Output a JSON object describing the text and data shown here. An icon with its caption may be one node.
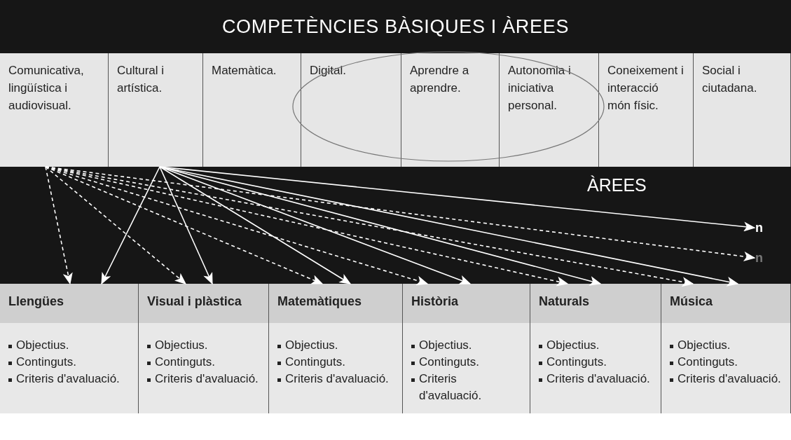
{
  "diagram": {
    "nodes": [
      {
        "text": [
          "COMPETÈNCIES BÀSIQUES I ÀREES"
        ]
      },
      {
        "text": [
          "Comunicativa, lingüística i audiovisual."
        ]
      },
      {
        "text": [
          "Cultural i artística."
        ]
      },
      {
        "text": [
          "Matemàtica."
        ]
      },
      {
        "text": [
          "Digital."
        ]
      },
      {
        "text": [
          "Aprendre a aprendre."
        ]
      },
      {
        "text": [
          "Autonomia i iniciativa personal."
        ]
      },
      {
        "text": [
          "Coneixement i interacció món físic."
        ]
      },
      {
        "text": [
          "Social i ciutadana."
        ]
      },
      {
        "text": [
          "ÀREES"
        ]
      },
      {
        "text": [
          "n"
        ],
        "in": 9
      },
      {
        "text": [
          "n"
        ],
        "in": 9
      },
      {
        "text": [
          "Llengües",
          "Objectius.",
          "Continguts.",
          "Criteris d'avaluació."
        ]
      },
      {
        "text": [
          "Visual i plàstica",
          "Objectius.",
          "Continguts.",
          "Criteris d'avaluació."
        ]
      },
      {
        "text": [
          "Matemàtiques",
          "Objectius.",
          "Continguts.",
          "Criteris d'avaluació."
        ]
      },
      {
        "text": [
          "Història",
          "Objectius.",
          "Continguts.",
          "Criteris d'avaluació."
        ]
      },
      {
        "text": [
          "Naturals",
          "Objectius.",
          "Continguts.",
          "Criteris d'avaluació."
        ]
      },
      {
        "text": [
          "Música",
          "Objectius.",
          "Continguts.",
          "Criteris d'avaluació."
        ]
      }
    ],
    "edges": [
      {
        "from": 1,
        "to": 12,
        "arrow": "to",
        "style": "dashed"
      },
      {
        "from": 1,
        "to": 13,
        "arrow": "to",
        "style": "dashed"
      },
      {
        "from": 1,
        "to": 14,
        "arrow": "to",
        "style": "dashed"
      },
      {
        "from": 1,
        "to": 15,
        "arrow": "to",
        "style": "dashed"
      },
      {
        "from": 1,
        "to": 16,
        "arrow": "to",
        "style": "dashed"
      },
      {
        "from": 1,
        "to": 17,
        "arrow": "to",
        "style": "dashed"
      },
      {
        "from": 1,
        "to": 11,
        "arrow": "to",
        "style": "dashed"
      },
      {
        "from": 2,
        "to": 12,
        "arrow": "to"
      },
      {
        "from": 2,
        "to": 13,
        "arrow": "to"
      },
      {
        "from": 2,
        "to": 14,
        "arrow": "to"
      },
      {
        "from": 2,
        "to": 15,
        "arrow": "to"
      },
      {
        "from": 2,
        "to": 16,
        "arrow": "to"
      },
      {
        "from": 2,
        "to": 17,
        "arrow": "to"
      },
      {
        "from": 2,
        "to": 10,
        "arrow": "to"
      }
    ]
  }
}
